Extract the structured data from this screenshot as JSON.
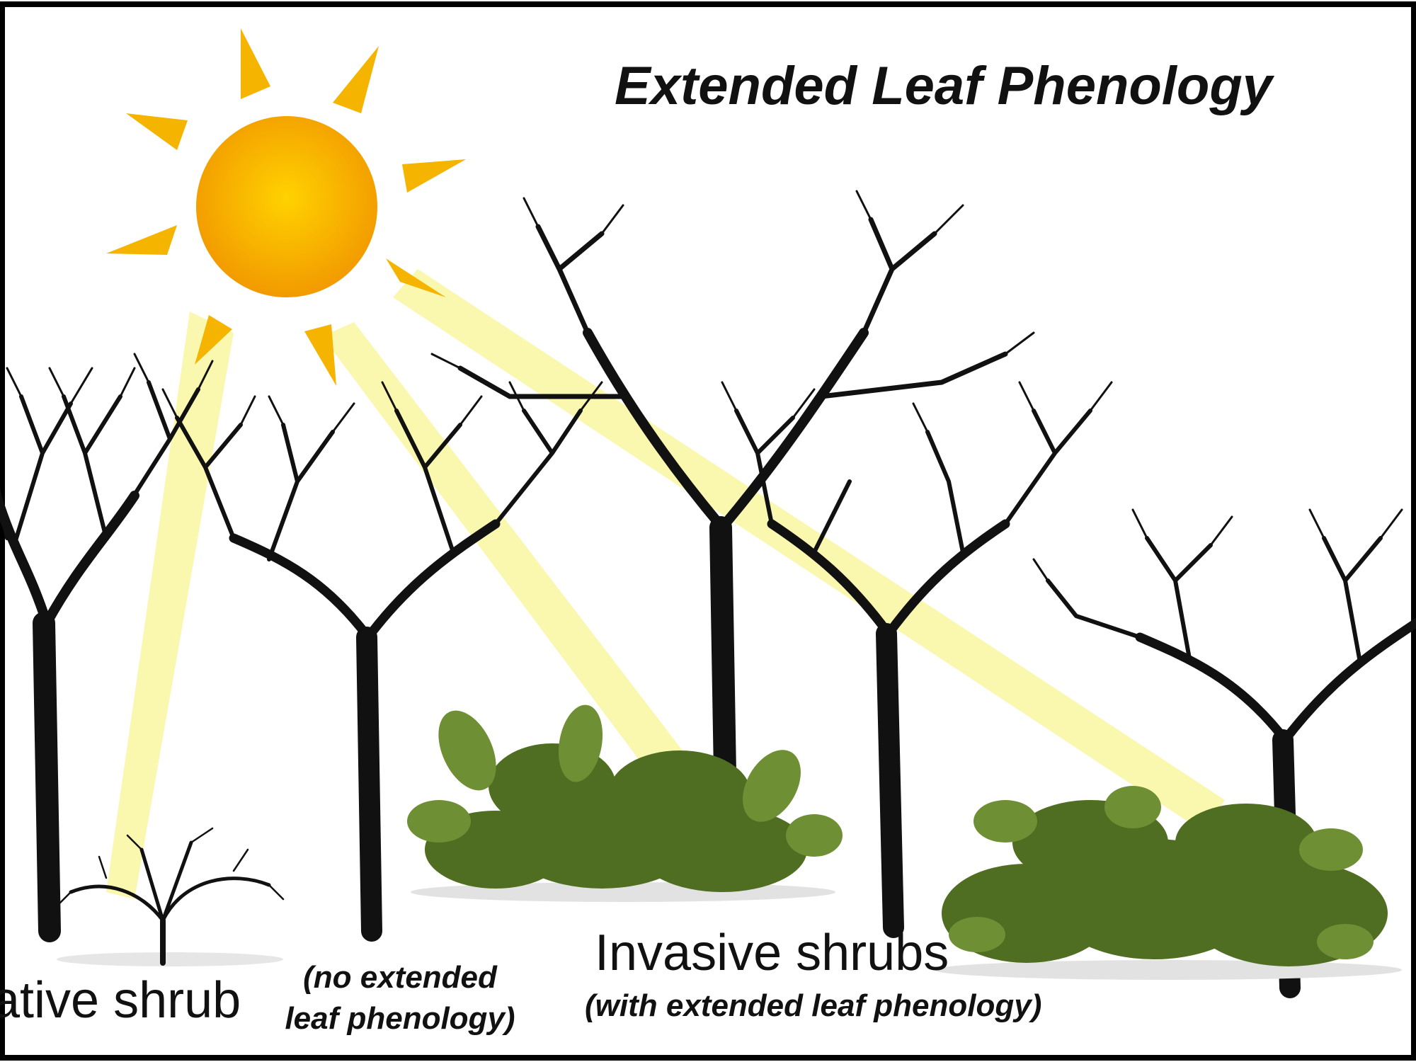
{
  "title": "Extended Leaf Phenology",
  "labels": {
    "native_shrub": "ative shrub",
    "no_extended_line1": "(no extended",
    "no_extended_line2": "leaf phenology)",
    "invasive_shrubs": "Invasive shrubs",
    "with_extended": "(with extended leaf phenology)"
  },
  "colors": {
    "border": "#000000",
    "sun_center": "#ffd200",
    "sun_edge": "#f29a00",
    "sun_rays": "#f5b400",
    "light_beam": "#f7f27a",
    "tree_ink": "#111111",
    "shrub_green": "#4f6e22",
    "shrub_green_light": "#6f8f35"
  }
}
